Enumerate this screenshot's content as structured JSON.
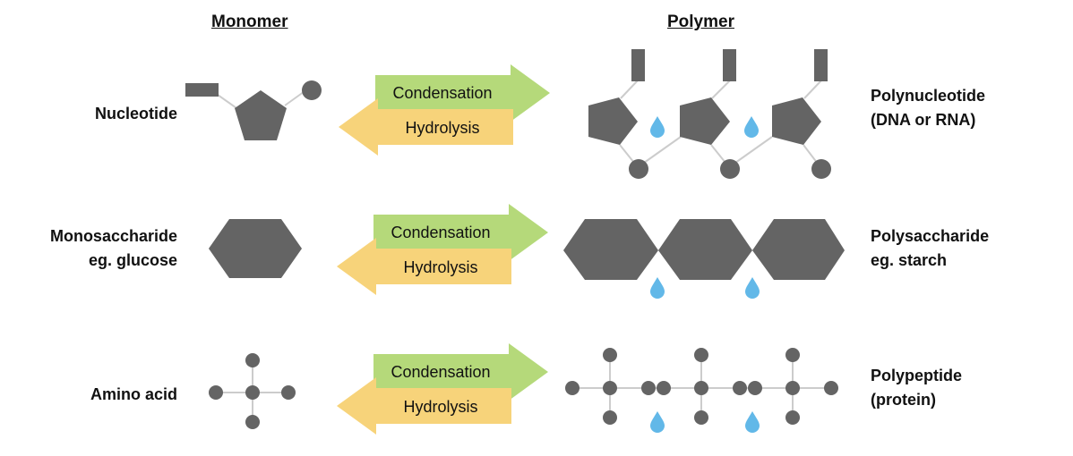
{
  "headers": {
    "monomer": "Monomer",
    "polymer": "Polymer"
  },
  "rows": [
    {
      "monomer_label": [
        "Nucleotide"
      ],
      "polymer_label": [
        "Polynucleotide",
        "(DNA or RNA)"
      ],
      "forward": "Condensation",
      "reverse": "Hydrolysis",
      "shape": "nucleotide"
    },
    {
      "monomer_label": [
        "Monosaccharide",
        "eg. glucose"
      ],
      "polymer_label": [
        "Polysaccharide",
        "eg. starch"
      ],
      "forward": "Condensation",
      "reverse": "Hydrolysis",
      "shape": "hexagon"
    },
    {
      "monomer_label": [
        "Amino acid"
      ],
      "polymer_label": [
        "Polypeptide",
        "(protein)"
      ],
      "forward": "Condensation",
      "reverse": "Hydrolysis",
      "shape": "amino-acid"
    }
  ],
  "colors": {
    "shape": "#646464",
    "bond": "#cccccc",
    "water": "#62b8e8",
    "condensation": "#b5d97a",
    "hydrolysis": "#f7d37a"
  }
}
